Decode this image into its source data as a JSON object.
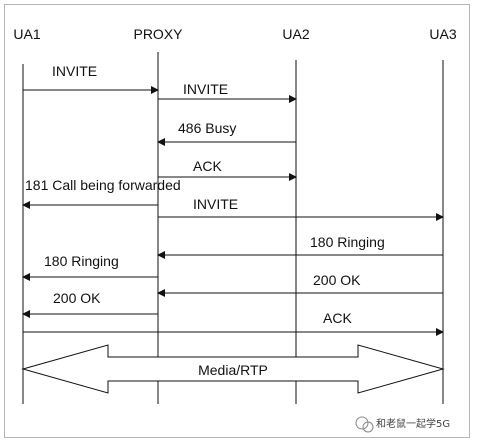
{
  "lifelines": [
    {
      "id": "ua1",
      "label": "UA1"
    },
    {
      "id": "proxy",
      "label": "PROXY"
    },
    {
      "id": "ua2",
      "label": "UA2"
    },
    {
      "id": "ua3",
      "label": "UA3"
    }
  ],
  "messages": [
    {
      "id": "invite-1",
      "label": "INVITE",
      "from": "ua1",
      "to": "proxy"
    },
    {
      "id": "invite-2",
      "label": "INVITE",
      "from": "proxy",
      "to": "ua2"
    },
    {
      "id": "busy-486",
      "label": "486 Busy",
      "from": "ua2",
      "to": "proxy"
    },
    {
      "id": "ack-1",
      "label": "ACK",
      "from": "proxy",
      "to": "ua2"
    },
    {
      "id": "forwarded-181",
      "label": "181 Call being forwarded",
      "from": "proxy",
      "to": "ua1"
    },
    {
      "id": "invite-3",
      "label": "INVITE",
      "from": "proxy",
      "to": "ua3"
    },
    {
      "id": "ringing-180-a",
      "label": "180 Ringing",
      "from": "ua3",
      "to": "proxy"
    },
    {
      "id": "ringing-180-b",
      "label": "180 Ringing",
      "from": "proxy",
      "to": "ua1"
    },
    {
      "id": "ok-200-a",
      "label": "200 OK",
      "from": "ua3",
      "to": "proxy"
    },
    {
      "id": "ok-200-b",
      "label": "200 OK",
      "from": "proxy",
      "to": "ua1"
    },
    {
      "id": "ack-2",
      "label": "ACK",
      "from": "ua1",
      "to": "ua3"
    }
  ],
  "media": {
    "label": "Media/RTP"
  },
  "watermark": {
    "text": "和老鼠一起学5G"
  },
  "colors": {
    "line": "#111111",
    "border": "#b5b5b5",
    "watermark_icon": "#888888"
  }
}
